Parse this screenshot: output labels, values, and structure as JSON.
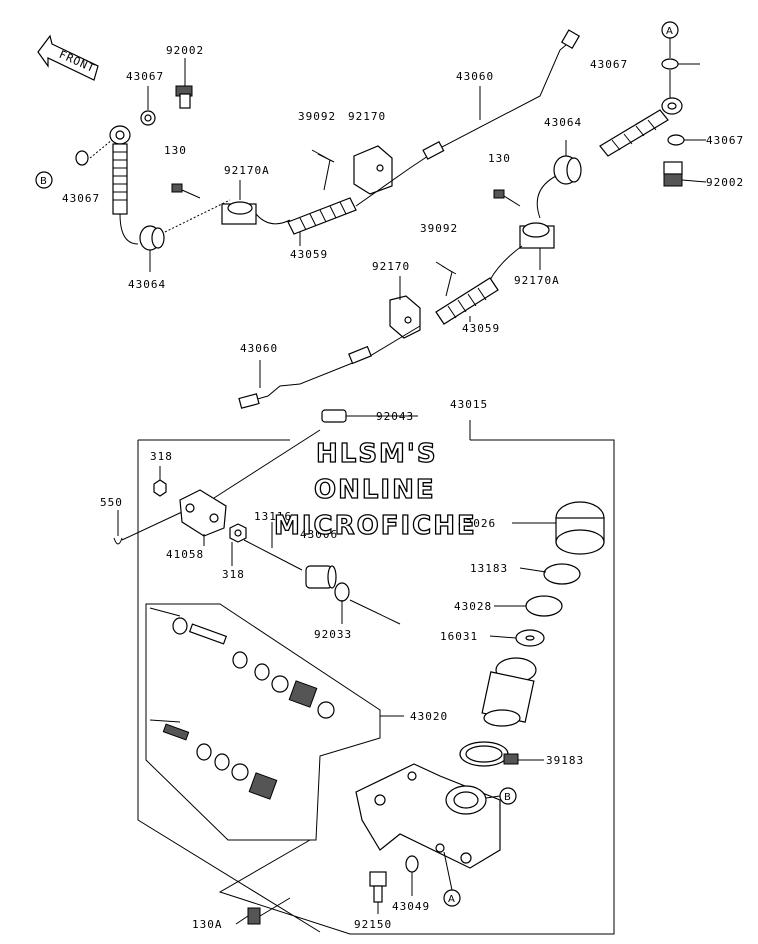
{
  "front_label": "FRONT",
  "watermark": [
    "HLSM'S",
    "ONLINE",
    "MICROFICHE"
  ],
  "labels": {
    "l92002a": "92002",
    "l43067a": "43067",
    "l43067b": "43067",
    "l43064a": "43064",
    "l130a": "130",
    "l92170Aa": "92170A",
    "l39092a": "39092",
    "l92170a": "92170",
    "l43059a": "43059",
    "l43060a": "43060",
    "l43067c": "43067",
    "l43064b": "43064",
    "l43067d": "43067",
    "l92002b": "92002",
    "l130b": "130",
    "l39092b": "39092",
    "l92170b": "92170",
    "l92170Ab": "92170A",
    "l43059b": "43059",
    "l43060b": "43060",
    "l92043": "92043",
    "l43015": "43015",
    "l318a": "318",
    "l550": "550",
    "l41058": "41058",
    "l318b": "318",
    "l13116": "13116",
    "l43006": "43006",
    "l92033": "92033",
    "l43026": "43026",
    "l13183": "13183",
    "l43028": "43028",
    "l16031": "16031",
    "l43020": "43020",
    "l39183": "39183",
    "l43049": "43049",
    "l92150": "92150",
    "l130A": "130A"
  },
  "callouts": {
    "a_top": "A",
    "b_left": "B",
    "b_body": "B",
    "a_bottom": "A"
  }
}
